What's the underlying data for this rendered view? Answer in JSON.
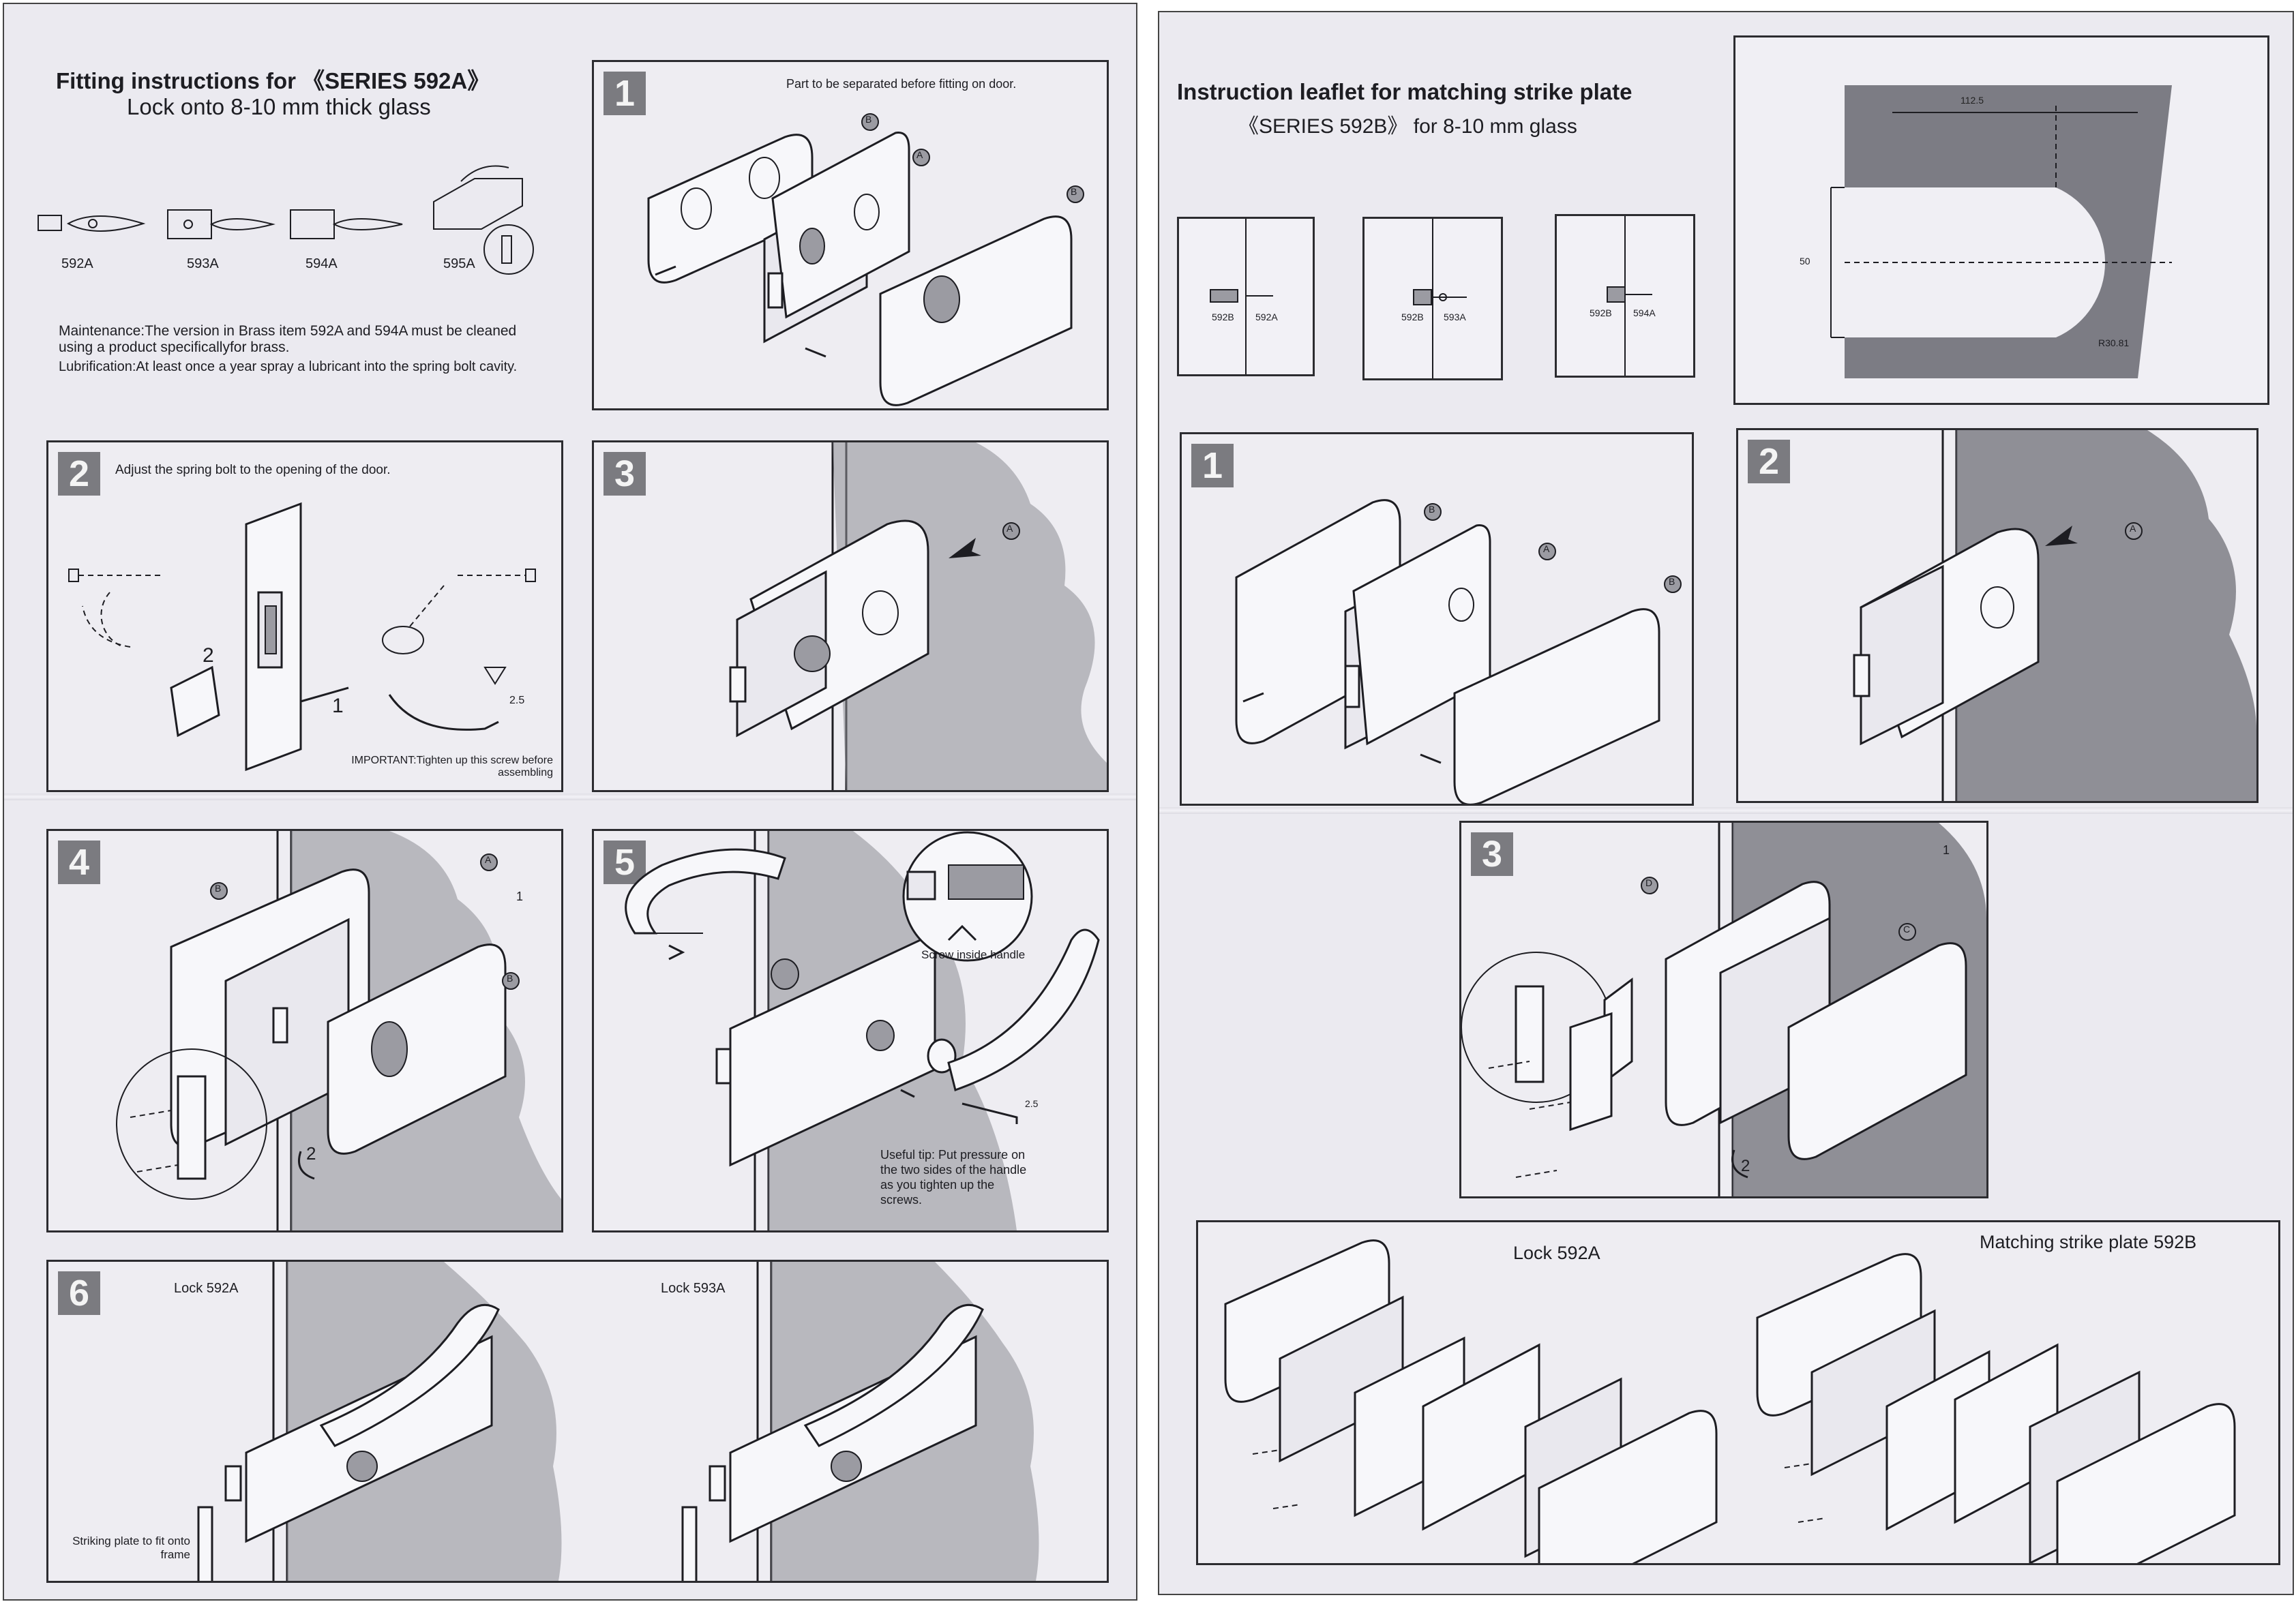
{
  "left": {
    "title_line1": "Fitting instructions for  《SERIES 592A》",
    "title_line2": "Lock onto 8-10 mm thick glass",
    "variants": [
      "592A",
      "593A",
      "594A",
      "595A"
    ],
    "maintenance": "Maintenance:The version in Brass item 592A and 594A must be cleaned using a product specificallyfor brass.",
    "lubrication": "Lubrification:At least once a year spray a lubricant into the spring bolt cavity.",
    "step1": {
      "num": "1",
      "caption": "Part to be separated before fitting on door.",
      "labels": [
        "B",
        "A",
        "B"
      ]
    },
    "step2": {
      "num": "2",
      "caption": "Adjust the spring bolt to the opening of the door.",
      "n1": "1",
      "n2": "2",
      "size": "2.5",
      "important": "IMPORTANT:Tighten up this screw before assembling"
    },
    "step3": {
      "num": "3",
      "label": "A"
    },
    "step4": {
      "num": "4",
      "labels": [
        "B",
        "A",
        "B"
      ],
      "n1": "1",
      "n2": "2"
    },
    "step5": {
      "num": "5",
      "screw_caption": "Screw inside handle",
      "size": "2.5",
      "tip": "Useful tip: Put pressure on the two sides of the handle as you tighten up the screws."
    },
    "step6": {
      "num": "6",
      "lock1": "Lock 592A",
      "lock2": "Lock 593A",
      "striking": "Striking plate to fit onto frame"
    }
  },
  "right": {
    "title_line1": "Instruction leaflet for matching strike plate",
    "title_line2": "《SERIES 592B》  for  8-10 mm glass",
    "pairs": [
      [
        "592B",
        "592A"
      ],
      [
        "592B",
        "593A"
      ],
      [
        "592B",
        "594A"
      ]
    ],
    "dims": {
      "top": "112.5",
      "side": "50",
      "radius": "R30.81"
    },
    "step1": {
      "num": "1",
      "labels": [
        "B",
        "A",
        "B"
      ]
    },
    "step2": {
      "num": "2",
      "label": "A"
    },
    "step3": {
      "num": "3",
      "labels": [
        "D",
        "C"
      ],
      "n1": "1",
      "n2": "2"
    },
    "bottom": {
      "lock": "Lock  592A",
      "strike": "Matching strike plate 592B"
    }
  }
}
